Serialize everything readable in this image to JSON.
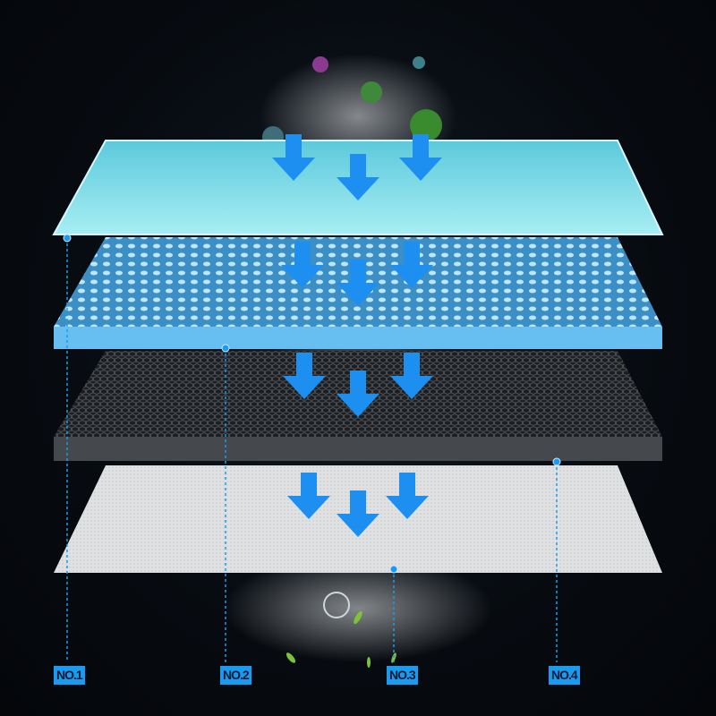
{
  "layers": [
    {
      "label": "NO.1",
      "color": "#7fdbe6"
    },
    {
      "label": "NO.2",
      "color": "#4aa6d8"
    },
    {
      "label": "NO.3",
      "color": "#2a2d31"
    },
    {
      "label": "NO.4",
      "color": "#e4e6e8"
    }
  ],
  "accent": "#1a9bf0"
}
